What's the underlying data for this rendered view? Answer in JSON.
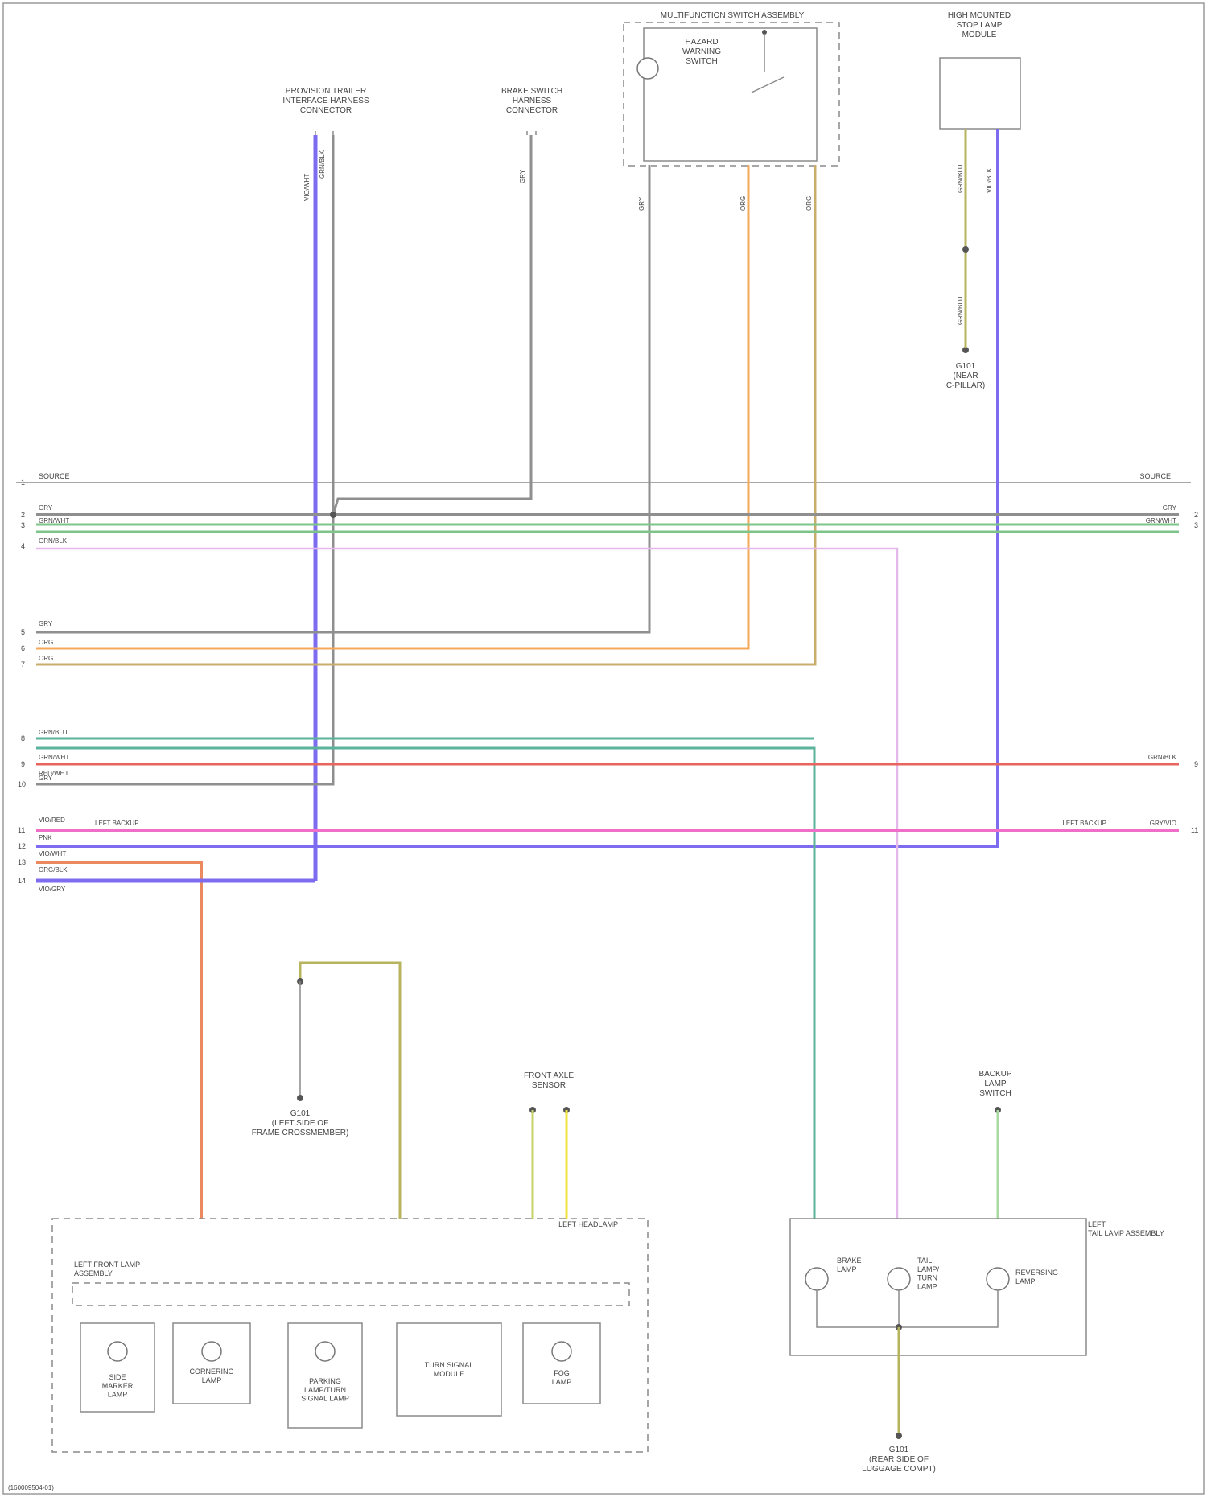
{
  "diagram": {
    "footer_code": "(160009504-01)",
    "colors": {
      "gray": "#8f8f8f",
      "green": "#7cc487",
      "violet": "#7d6bf0",
      "pink": "#ef6fc8",
      "light_pink": "#e4b8e8",
      "orange": "#f5a85a",
      "tan": "#c8ad6c",
      "teal": "#5ab39a",
      "red": "#e8645f",
      "salmon": "#ea8a5e",
      "olive": "#b7b35e",
      "yellow": "#f0e442",
      "light_green": "#a9d8a2"
    },
    "components": {
      "trailer_conn_top": "PROVISION TRAILER\nINTERFACE HARNESS\nCONNECTOR",
      "brake_switch_conn": "BRAKE SWITCH\nHARNESS\nCONNECTOR",
      "multifunction_switch": "MULTIFUNCTION SWITCH ASSEMBLY",
      "hazard_switch": "HAZARD\nWARNING\nSWITCH",
      "high_mount_lamp": "HIGH MOUNTED\nSTOP LAMP\nMODULE",
      "ground_g_upper": "G101\n(NEAR\nC-PILLAR)",
      "ground_g_left": "G101\n(LEFT SIDE OF\nFRAME CROSSMEMBER)",
      "front_axle_sensor": "FRONT AXLE\nSENSOR",
      "backup_lamp": "BACKUP\nLAMP\nSWITCH",
      "left_headlamp": "LEFT HEADLAMP",
      "left_headlamp_unit": "LEFT FRONT LAMP\nASSEMBLY",
      "side_marker": "SIDE\nMARKER\nLAMP",
      "cornering_lamp": "CORNERING\nLAMP",
      "park_turn_lamp": "PARKING\nLAMP/TURN\nSIGNAL LAMP",
      "turn_signal_module": "TURN SIGNAL\nMODULE",
      "fog_lamp": "FOG\nLAMP",
      "left_tail_lamp": "LEFT\nTAIL LAMP ASSEMBLY",
      "brake_lamp_l": "BRAKE\nLAMP",
      "stop_turn_lamp": "TAIL\nLAMP/\nTURN\nLAMP",
      "reversing_lamp": "REVERSING\nLAMP",
      "ground_g_rear": "G101\n(REAR SIDE OF\nLUGGAGE COMPT)"
    },
    "bus_labels": {
      "top_left": "SOURCE",
      "top_right": "SOURCE",
      "right_label_1": "GRY",
      "right_label_2": "GRN/WHT",
      "right_label_3": "GRN/BLK",
      "right_label_4": "GRY/VIO",
      "pink_mid_left": "LEFT BACKUP",
      "pink_mid_right": "LEFT BACKUP"
    },
    "pin_numbers": [
      "1",
      "2",
      "3",
      "4",
      "5",
      "6",
      "7",
      "8",
      "9",
      "10",
      "11",
      "12",
      "13",
      "14"
    ],
    "left_wire_labels": [
      "GRY",
      "GRY",
      "GRN/WHT",
      "GRN/BLK",
      "GRY",
      "GRY",
      "ORG",
      "ORG",
      "GRN/BLU",
      "GRN/WHT",
      "RED/WHT",
      "GRY",
      "VIO/RED",
      "PNK",
      "VIO/WHT",
      "VIO/BLK",
      "ORG/BLK",
      "VIO/GRY"
    ]
  }
}
